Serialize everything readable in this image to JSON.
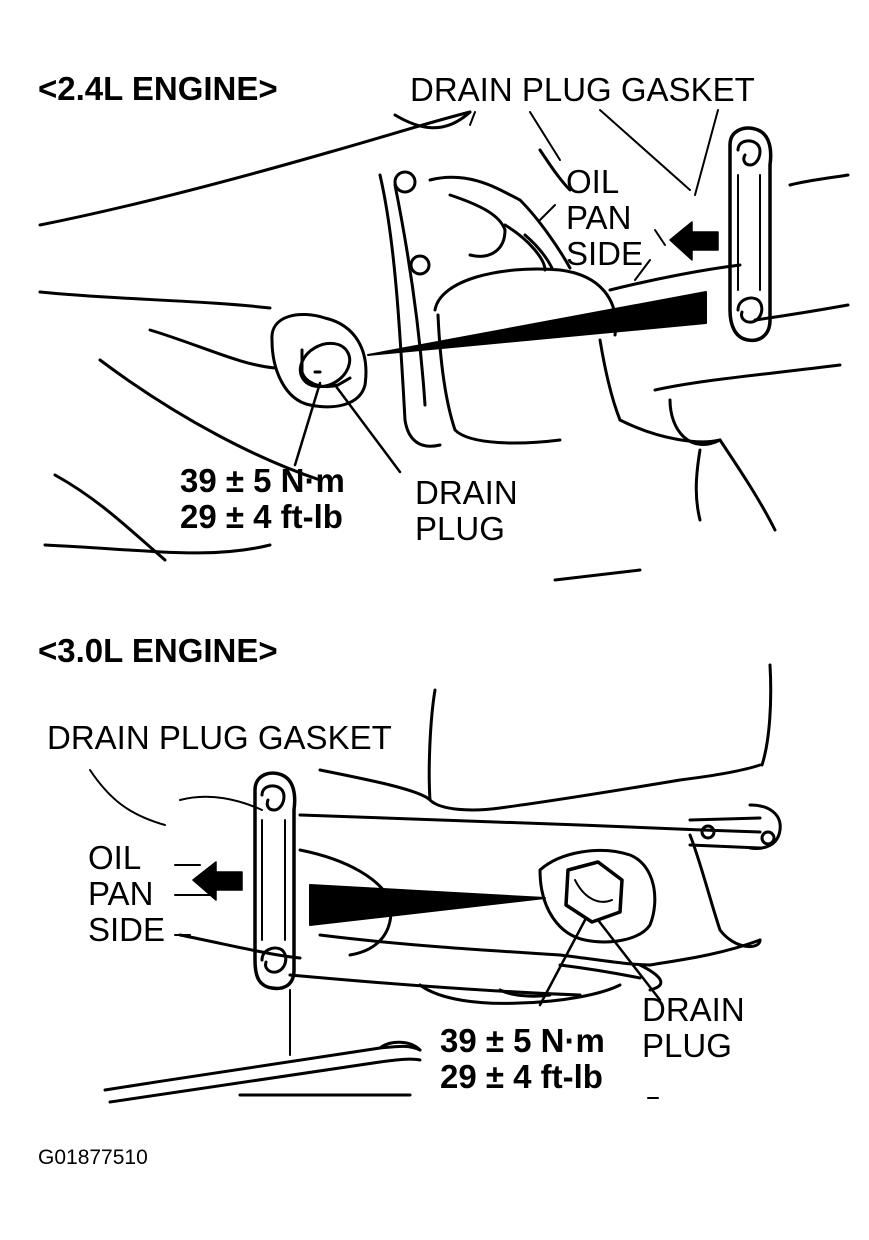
{
  "sections": [
    {
      "heading": "<2.4L ENGINE>",
      "gasket_label": "DRAIN PLUG GASKET",
      "pan_side_label": [
        "OIL",
        "PAN",
        "SIDE"
      ],
      "torque": [
        "39 ± 5 N·m",
        "29 ± 4 ft-lb"
      ],
      "plug_label": [
        "DRAIN",
        "PLUG"
      ]
    },
    {
      "heading": "<3.0L ENGINE>",
      "gasket_label": "DRAIN PLUG GASKET",
      "pan_side_label": [
        "OIL",
        "PAN",
        "SIDE"
      ],
      "torque": [
        "39 ± 5 N·m",
        "29 ± 4 ft-lb"
      ],
      "plug_label": [
        "DRAIN",
        "PLUG"
      ]
    }
  ],
  "figure_id": "G01877510"
}
